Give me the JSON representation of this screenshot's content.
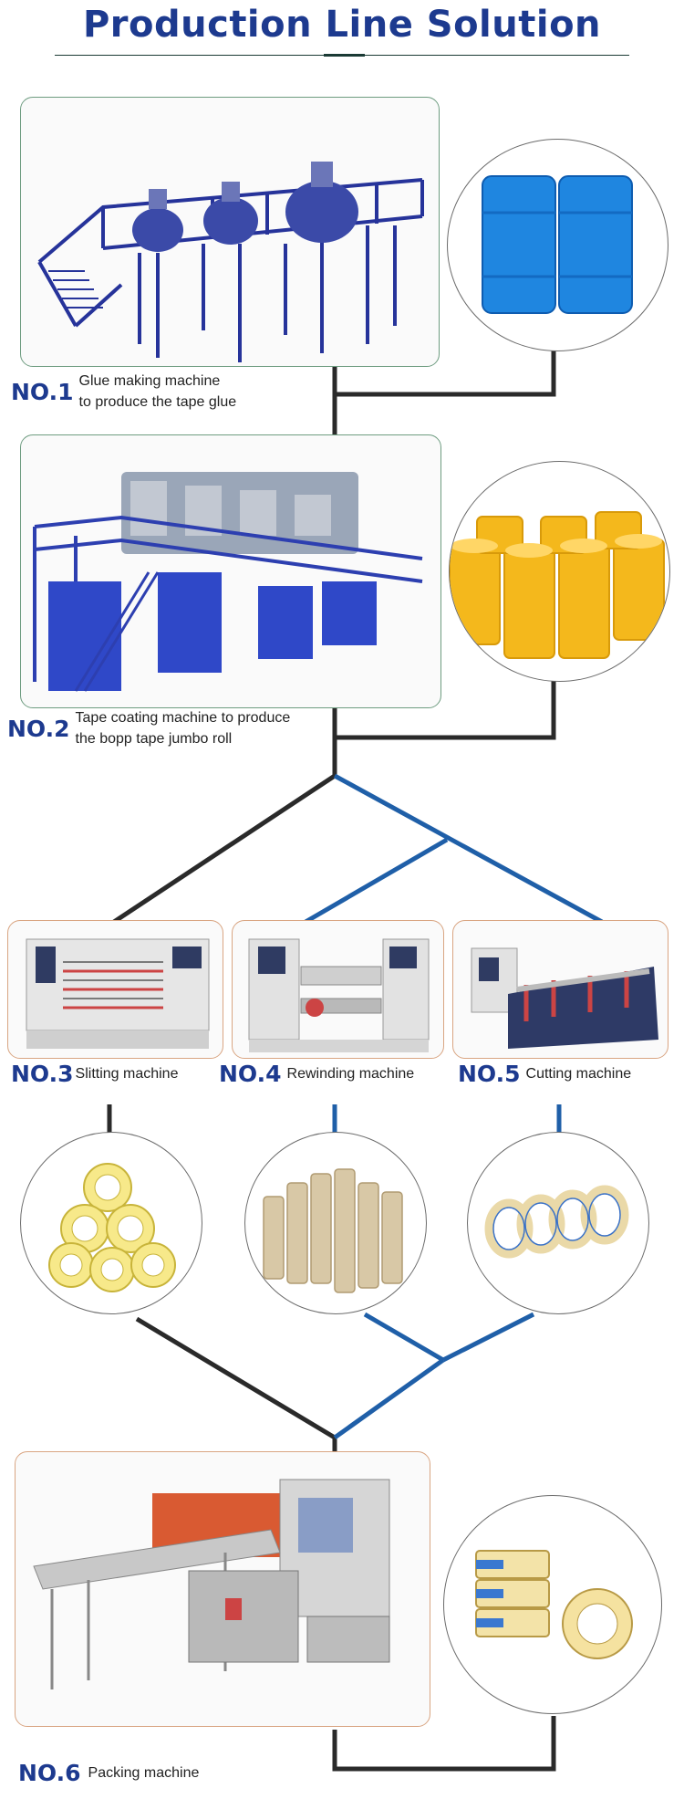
{
  "page": {
    "title": "Production Line Solution"
  },
  "steps": [
    {
      "no": "NO.1",
      "line1": "Glue making machine",
      "line2": "to produce the tape glue"
    },
    {
      "no": "NO.2",
      "line1": "Tape coating machine  to produce",
      "line2": "the bopp tape jumbo roll"
    },
    {
      "no": "NO.3",
      "label": "Slitting machine"
    },
    {
      "no": "NO.4",
      "label": "Rewinding machine"
    },
    {
      "no": "NO.5",
      "label": "Cutting machine"
    },
    {
      "no": "NO.6",
      "label": "Packing machine"
    }
  ],
  "images": {
    "glue_machine": "glue-making-machine-icon",
    "glue_drums": "blue-drums-icon",
    "coating_machine": "tape-coating-machine-icon",
    "jumbo_rolls": "jumbo-roll-icon",
    "slitting_machine": "slitting-machine-icon",
    "rewinding_machine": "rewinding-machine-icon",
    "cutting_machine": "cutting-machine-icon",
    "clear_tape": "clear-tape-rolls-icon",
    "paper_cores": "paper-cores-icon",
    "masking_tape": "masking-tape-rolls-icon",
    "packing_machine": "packing-machine-icon",
    "packed_tape": "printed-tape-rolls-icon"
  },
  "colors": {
    "title": "#1d3a8f",
    "connector_dark": "#2a2a2a",
    "connector_blue": "#1f5fa8",
    "card_green_border": "#6e9c80",
    "card_orange_border": "#d9a582"
  }
}
